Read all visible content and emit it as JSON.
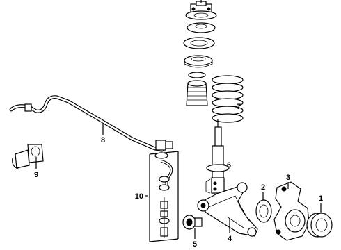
{
  "callouts": [
    {
      "id": "1",
      "part": "hub-bearing"
    },
    {
      "id": "2",
      "part": "dust-shield"
    },
    {
      "id": "3",
      "part": "steering-knuckle"
    },
    {
      "id": "4",
      "part": "lower-control-arm"
    },
    {
      "id": "5",
      "part": "control-arm-bushing"
    },
    {
      "id": "6",
      "part": "strut-assembly"
    },
    {
      "id": "7",
      "part": "coil-spring"
    },
    {
      "id": "8",
      "part": "stabilizer-bar"
    },
    {
      "id": "9",
      "part": "stabilizer-bushing"
    },
    {
      "id": "10",
      "part": "stabilizer-link-kit"
    }
  ],
  "colors": {
    "line": "#000000",
    "background": "#ffffff"
  }
}
